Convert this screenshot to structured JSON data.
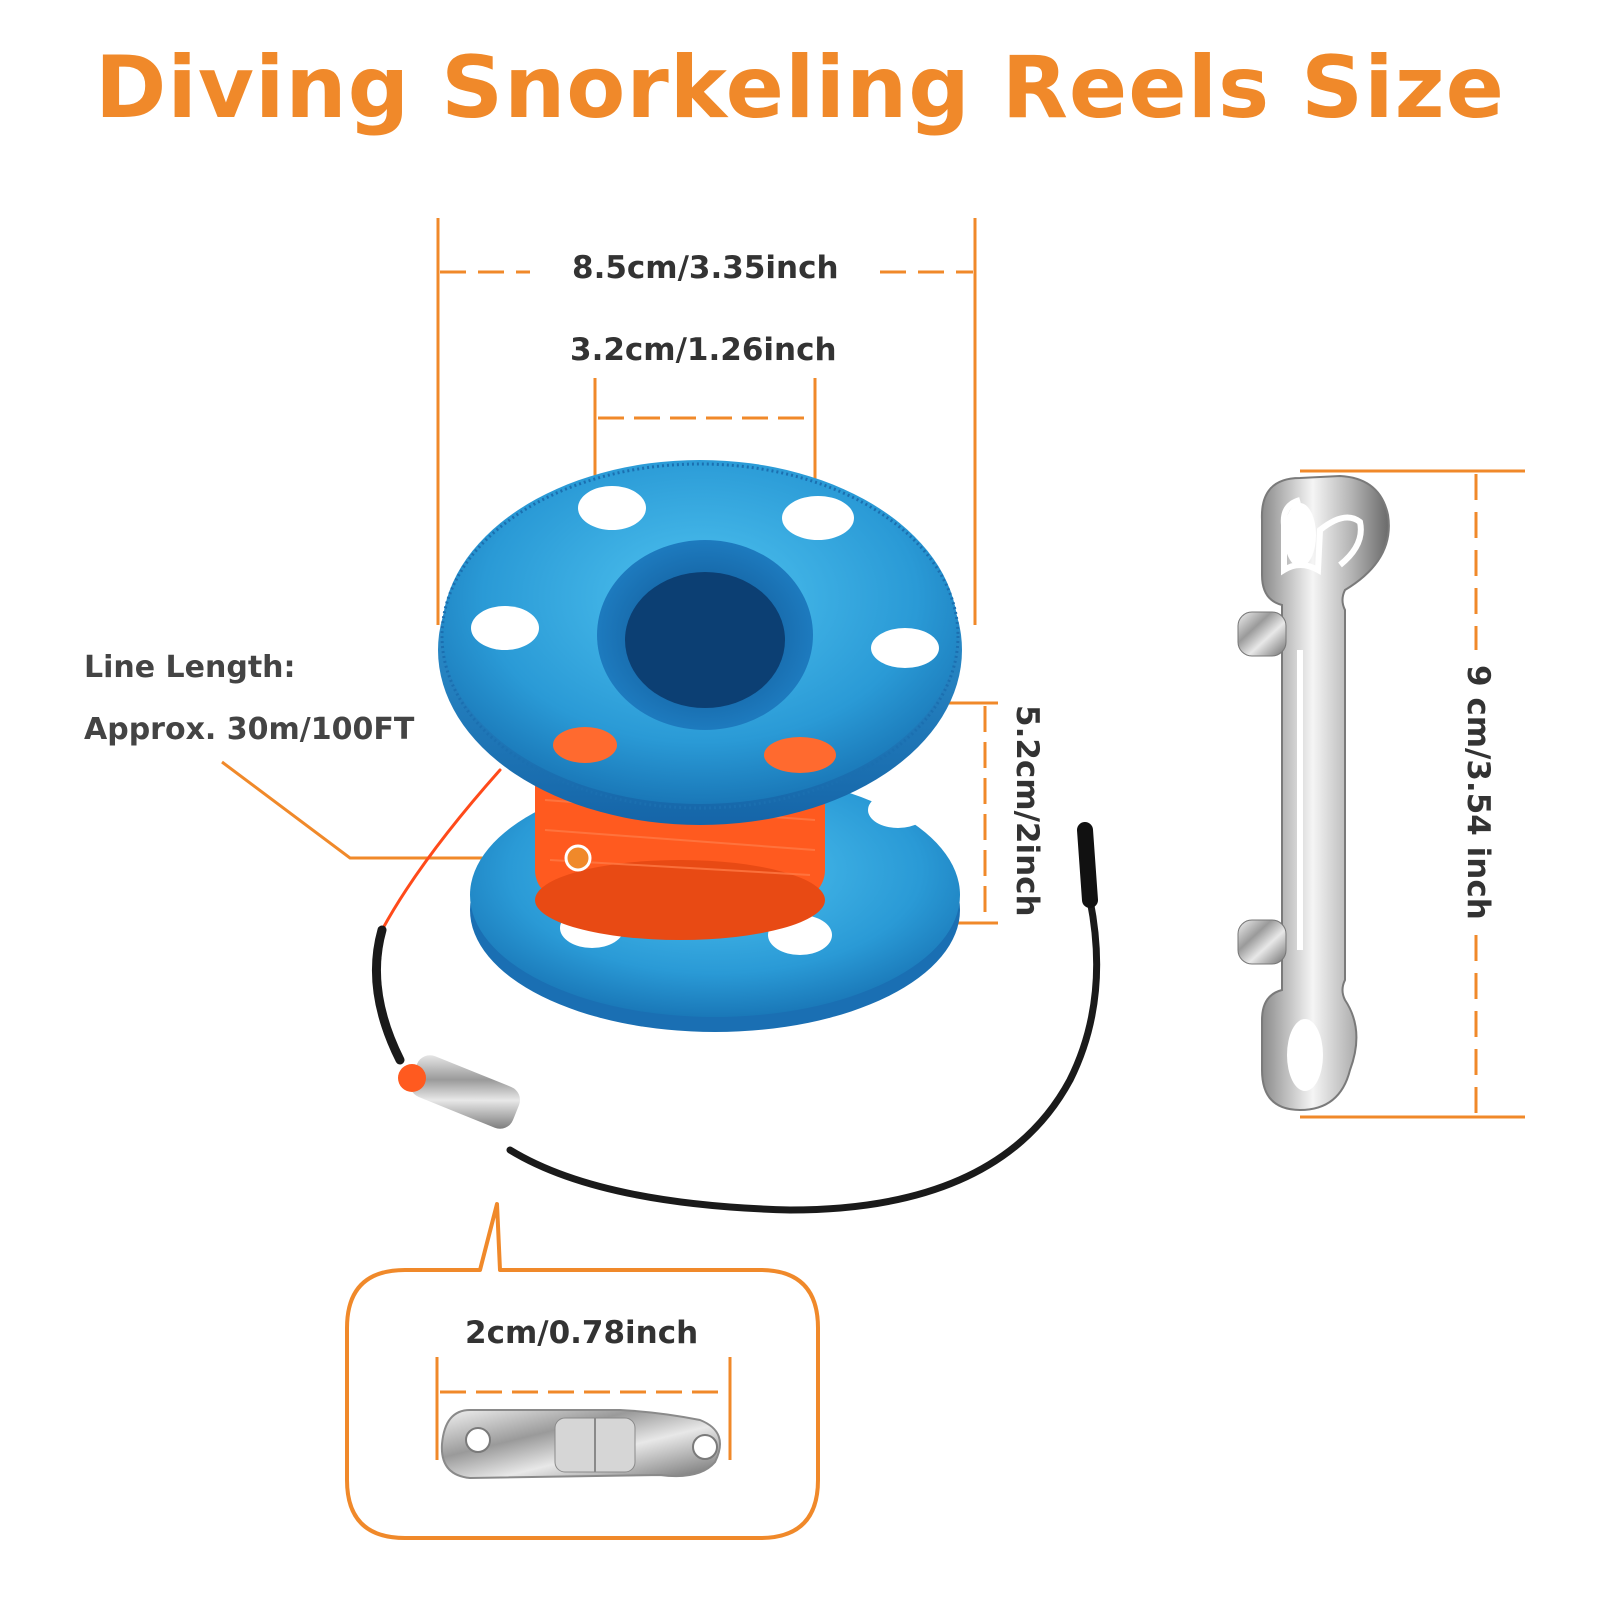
{
  "title": "Diving Snorkeling Reels Size",
  "dimensions": {
    "reel_outer_diameter": "8.5cm/3.35inch",
    "reel_inner_diameter": "3.2cm/1.26inch",
    "reel_height": "5.2cm/2inch",
    "snap_length": "9 cm/3.54 inch",
    "swivel_length": "2cm/0.78inch"
  },
  "line_note": {
    "label": "Line Length:",
    "value": "Approx. 30m/100FT"
  },
  "colors": {
    "accent": "#f0892a",
    "reel_blue": "#2f9fd8",
    "line_orange": "#ff5a1f",
    "text": "#333333"
  }
}
